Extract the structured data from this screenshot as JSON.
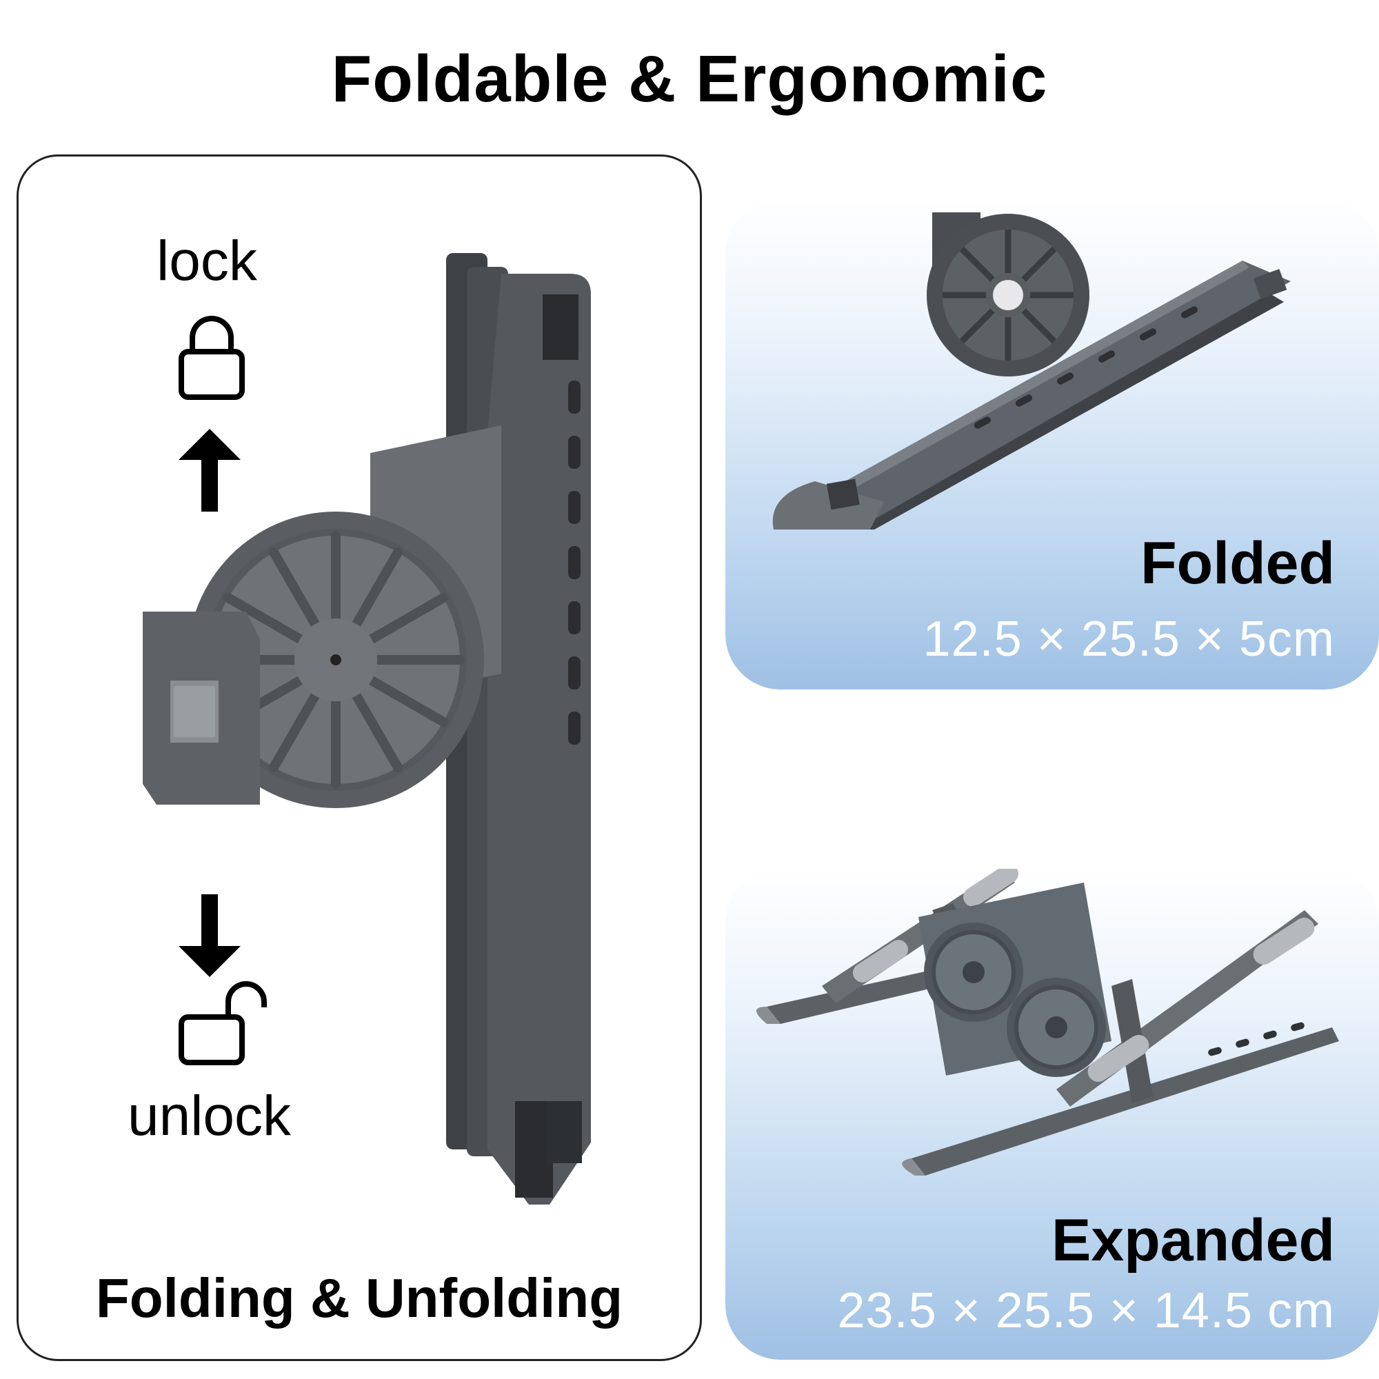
{
  "header": {
    "title": "Foldable & Ergonomic"
  },
  "left_panel": {
    "lock_label": "lock",
    "unlock_label": "unlock",
    "caption": "Folding & Unfolding",
    "icons": [
      "lock-icon",
      "arrow-up-icon",
      "arrow-down-icon",
      "unlock-icon"
    ]
  },
  "folded": {
    "title": "Folded",
    "dimensions": "12.5 × 25.5 × 5cm"
  },
  "expanded": {
    "title": "Expanded",
    "dimensions": "23.5 × 25.5 × 14.5 cm"
  },
  "colors": {
    "product_dark": "#45484c",
    "product_mid": "#6e7378",
    "panel_blue": "#a9c7e7",
    "border": "#222222"
  }
}
